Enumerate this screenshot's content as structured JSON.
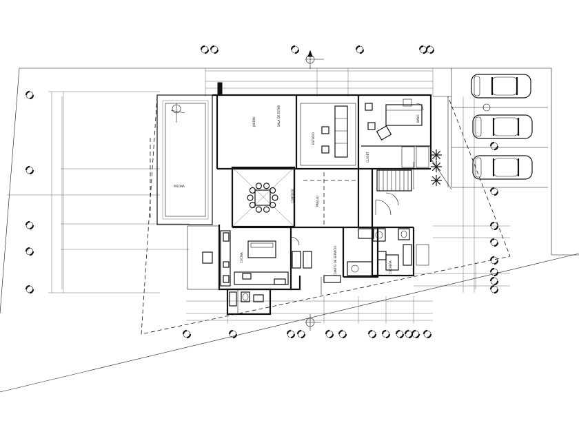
{
  "rooms": {
    "pool": "PISCINA",
    "garden": "JARDIN",
    "family": "SALA DE ESTAR",
    "dining": "COMEDOR",
    "living": "ESTUDIO",
    "kitchen": "COCINA",
    "laundry": "CUARTO DE SERVICIO",
    "closet": "CLOSET",
    "master_bath": "BAÑO",
    "garage_area": "COCHERA",
    "corridor": "PASILLO"
  },
  "icons": {
    "north": "north-arrow-icon",
    "axis": "axis-bubble-icon",
    "car": "car-icon"
  },
  "colors": {
    "line": "#111111",
    "background": "#ffffff"
  }
}
